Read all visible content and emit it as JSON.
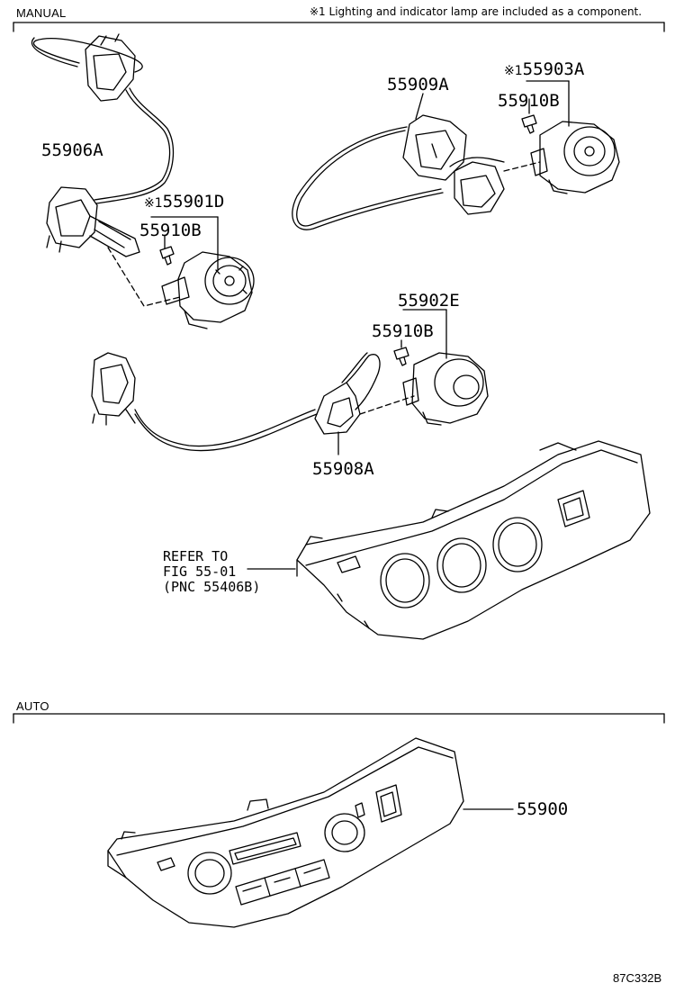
{
  "sections": {
    "manual": "MANUAL",
    "auto": "AUTO"
  },
  "note": "※1 Lighting and indicator lamp are included as a component.",
  "parts": {
    "p55906A": "55906A",
    "p55901D": "55901D",
    "p55910B_1": "55910B",
    "p55909A": "55909A",
    "p55903A": "55903A",
    "p55910B_2": "55910B",
    "p55902E": "55902E",
    "p55910B_3": "55910B",
    "p55908A": "55908A",
    "p55900": "55900",
    "mark": "※1"
  },
  "reference": {
    "line1": "REFER TO",
    "line2": "FIG 55-01",
    "line3": "(PNC 55406B)"
  },
  "illustration_code": "87C332B"
}
